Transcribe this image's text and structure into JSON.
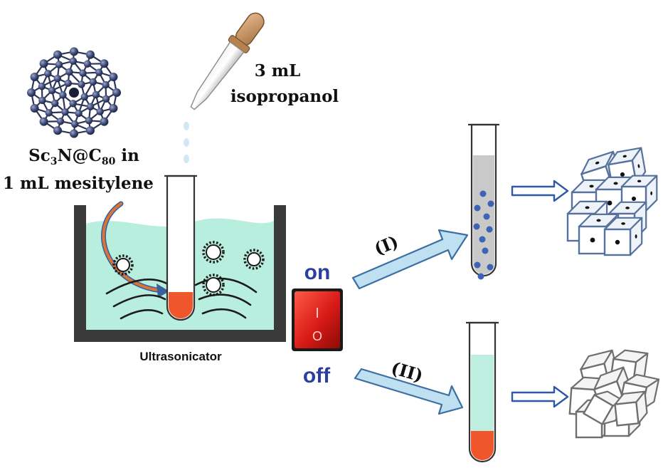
{
  "fullerene": {
    "label_prefix": "Sc",
    "label_sub1": "3",
    "label_mid": "N@C",
    "label_sub2": "80",
    "label_suffix": " in",
    "solvent_label": "1 mL mesitylene"
  },
  "dropper": {
    "volume_label": "3 mL",
    "reagent_label": "isopropanol"
  },
  "bath": {
    "label": "Ultrasonicator"
  },
  "switch": {
    "on_label": "on",
    "off_label": "off",
    "on_symbol": "I",
    "off_symbol": "O"
  },
  "pathways": {
    "path1_label": "(I)",
    "path2_label": "(II)"
  },
  "colors": {
    "bath_liquid": "#b8eede",
    "bath_wall": "#3a3a3a",
    "pellet": "#f0562c",
    "switch_red": "#e0231f",
    "on_off_text": "#2b3f9e",
    "arrow_fill": "#bfe0f0",
    "arrow_stroke": "#3b6fa3",
    "tube_grey": "#c9c9c9",
    "particle_blue": "#3c63b4",
    "green_solution": "#bdeedf",
    "cube_blue_edge": "#56729c",
    "cube_grey_edge": "#6f6f6f",
    "stir_arrow": "#d9743a"
  }
}
